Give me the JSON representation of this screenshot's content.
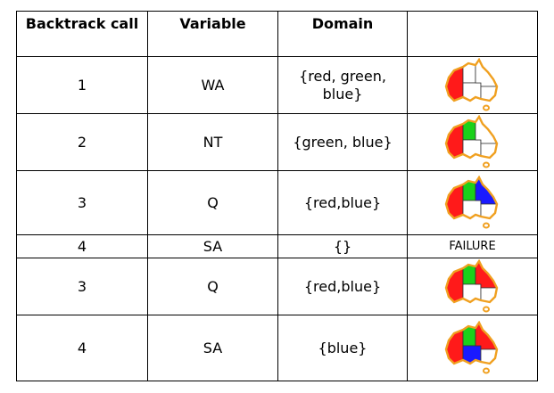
{
  "headers": {
    "call": "Backtrack call",
    "variable": "Variable",
    "domain": "Domain",
    "image": ""
  },
  "rows": [
    {
      "call": "1",
      "variable": "WA",
      "domain": "{red, green, blue}",
      "image": "map",
      "colors": {
        "WA": "#ff1a1a",
        "NT": "#ffffff",
        "Q": "#ffffff",
        "SA": "#ffffff",
        "NSW": "#ffffff"
      }
    },
    {
      "call": "2",
      "variable": "NT",
      "domain": "{green, blue}",
      "image": "map",
      "colors": {
        "WA": "#ff1a1a",
        "NT": "#1ad11a",
        "Q": "#ffffff",
        "SA": "#ffffff",
        "NSW": "#ffffff"
      }
    },
    {
      "call": "3",
      "variable": "Q",
      "domain": "{red,blue}",
      "image": "map",
      "colors": {
        "WA": "#ff1a1a",
        "NT": "#1ad11a",
        "Q": "#1a1aff",
        "SA": "#ffffff",
        "NSW": "#ffffff"
      }
    },
    {
      "call": "4",
      "variable": "SA",
      "domain": "{}",
      "image": "FAILURE"
    },
    {
      "call": "3",
      "variable": "Q",
      "domain": "{red,blue}",
      "image": "map",
      "colors": {
        "WA": "#ff1a1a",
        "NT": "#1ad11a",
        "Q": "#ff1a1a",
        "SA": "#ffffff",
        "NSW": "#ffffff"
      }
    },
    {
      "call": "4",
      "variable": "SA",
      "domain": "{blue}",
      "image": "map",
      "colors": {
        "WA": "#ff1a1a",
        "NT": "#1ad11a",
        "Q": "#ff1a1a",
        "SA": "#1a1aff",
        "NSW": "#ffffff"
      }
    }
  ],
  "outline_color": "#f0a020"
}
